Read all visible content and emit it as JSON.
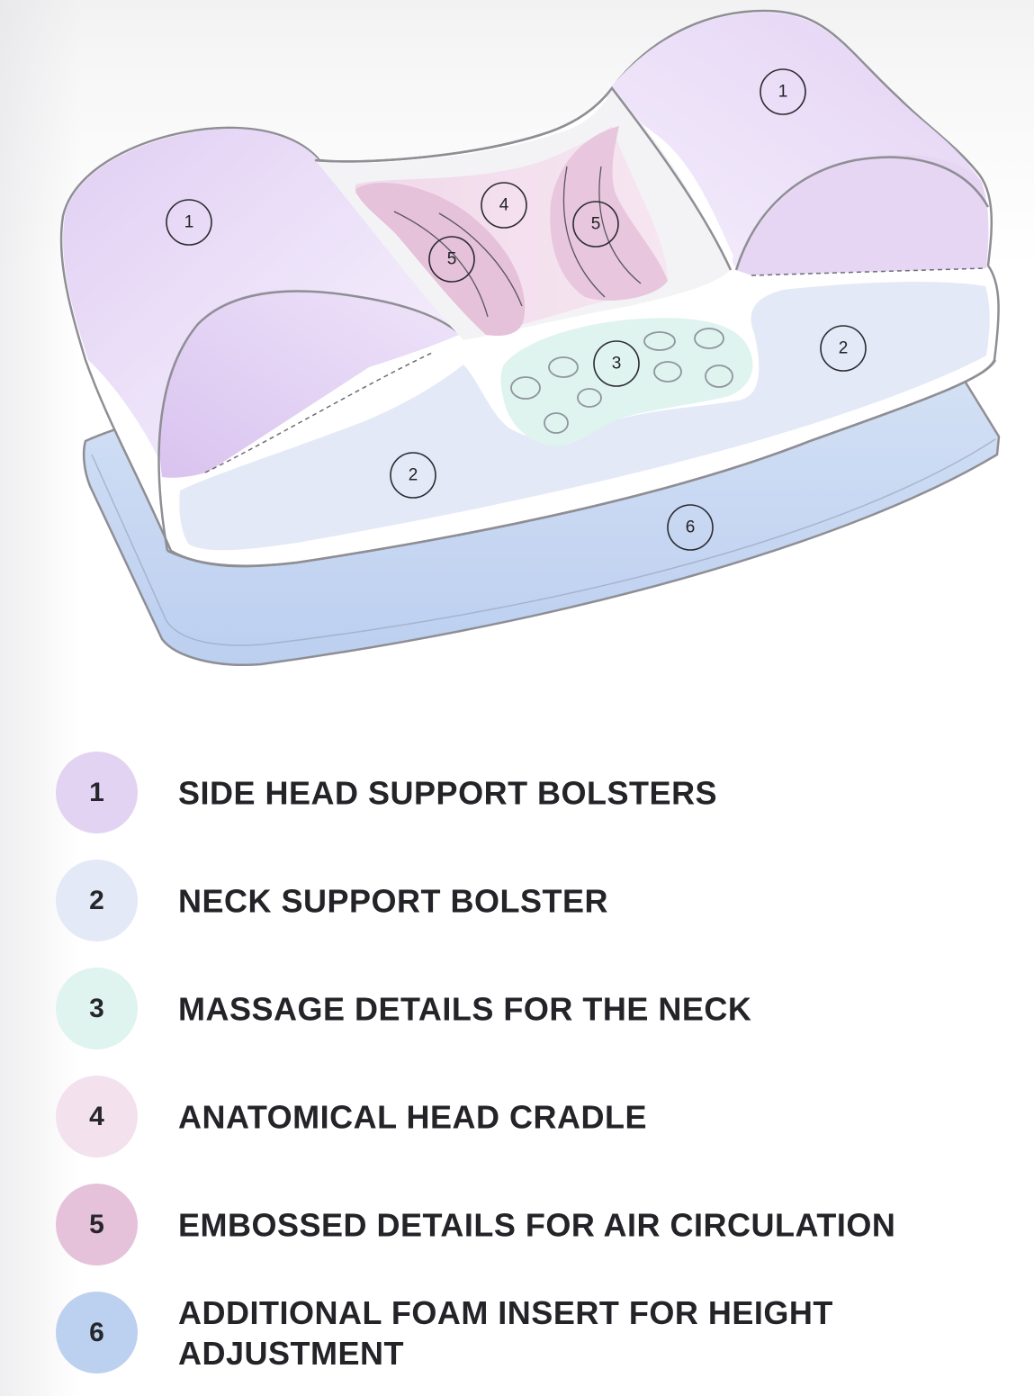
{
  "colors": {
    "bolster_side": "#e3d3f3",
    "bolster_neck": "#e3e9f6",
    "massage": "#dff3ef",
    "cradle": "#f3dceb",
    "embossed": "#e6c1da",
    "foam_insert": "#bcd0ef",
    "outline": "#8e8e94",
    "text": "#232328"
  },
  "diagram": {
    "markers": [
      {
        "num": "1",
        "part": "side-bolster-left"
      },
      {
        "num": "1",
        "part": "side-bolster-right"
      },
      {
        "num": "4",
        "part": "head-cradle"
      },
      {
        "num": "5",
        "part": "embossed-left"
      },
      {
        "num": "5",
        "part": "embossed-right"
      },
      {
        "num": "3",
        "part": "massage-area"
      },
      {
        "num": "2",
        "part": "neck-bolster-right"
      },
      {
        "num": "2",
        "part": "neck-bolster-left"
      },
      {
        "num": "6",
        "part": "foam-insert"
      }
    ]
  },
  "legend": {
    "items": [
      {
        "num": "1",
        "label": "SIDE HEAD SUPPORT BOLSTERS",
        "color": "#e3d3f3"
      },
      {
        "num": "2",
        "label": "NECK SUPPORT BOLSTER",
        "color": "#e3e9f6"
      },
      {
        "num": "3",
        "label": "MASSAGE DETAILS FOR THE NECK",
        "color": "#dff3ef"
      },
      {
        "num": "4",
        "label": "ANATOMICAL HEAD CRADLE",
        "color": "#f3e1ee"
      },
      {
        "num": "5",
        "label": "EMBOSSED DETAILS FOR AIR CIRCULATION",
        "color": "#e6c1da"
      },
      {
        "num": "6",
        "label": "ADDITIONAL FOAM INSERT FOR HEIGHT ADJUSTMENT",
        "color": "#bcd0ef"
      }
    ]
  }
}
